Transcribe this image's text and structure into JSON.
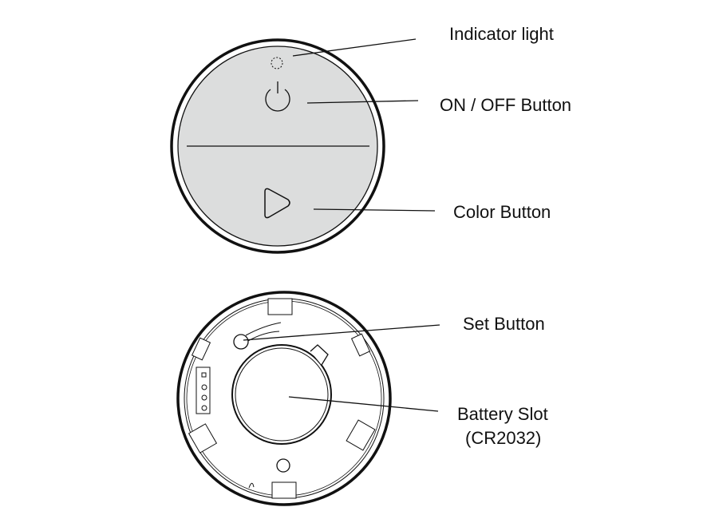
{
  "labels": {
    "indicator_light": "Indicator light",
    "on_off_button": "ON / OFF Button",
    "color_button": "Color Button",
    "set_button": "Set Button",
    "battery_slot": "Battery Slot",
    "battery_type": "(CR2032)"
  },
  "colors": {
    "face": "#dcdddd",
    "stroke": "#111111"
  }
}
